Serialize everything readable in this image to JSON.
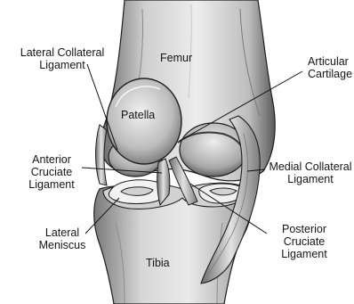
{
  "labels": {
    "lateral_collateral": [
      "Lateral Collateral",
      "Ligament"
    ],
    "femur": "Femur",
    "articular": [
      "Articular",
      "Cartilage"
    ],
    "patella": "Patella",
    "anterior_cruciate": [
      "Anterior",
      "Cruciate",
      "Ligament"
    ],
    "medial_collateral": [
      "Medial Collateral",
      "Ligament"
    ],
    "lateral_meniscus": [
      "Lateral",
      "Meniscus"
    ],
    "posterior_cruciate": [
      "Posterior",
      "Cruciate",
      "Ligament"
    ],
    "tibia": "Tibia"
  },
  "colors": {
    "bone_light": "#e4e4e4",
    "bone_mid": "#b8b8b8",
    "bone_dark": "#4a4a4a",
    "outline": "#1e1e1e",
    "leader_line": "#111111"
  }
}
